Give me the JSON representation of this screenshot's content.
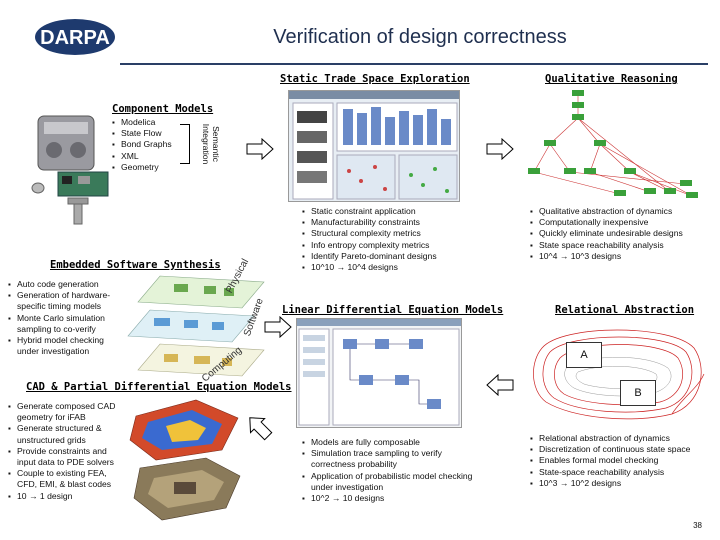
{
  "logo": {
    "text": "DARPA"
  },
  "title": "Verification of design correctness",
  "static_trade": {
    "heading": "Static Trade Space Exploration",
    "bullets": [
      "Static constraint application",
      "Manufacturability constraints",
      "Structural complexity metrics",
      "Info entropy complexity metrics",
      "Identify Pareto-dominant designs",
      "10^10 → 10^4 designs"
    ]
  },
  "qualitative": {
    "heading": "Qualitative Reasoning",
    "bullets": [
      "Qualitative abstraction of dynamics",
      "Computationally inexpensive",
      "Quickly eliminate undesirable designs",
      "State space reachability analysis",
      "10^4 → 10^3 designs"
    ]
  },
  "component_models": {
    "heading": "Component Models",
    "bullets": [
      "Modelica",
      "State Flow",
      "Bond Graphs",
      "XML",
      "Geometry"
    ],
    "side_label": "Semantic Integration"
  },
  "embedded": {
    "heading": "Embedded Software Synthesis",
    "bullets": [
      "Auto code generation",
      "Generation of hardware-specific timing models",
      "Monte Carlo simulation sampling to co-verify",
      "Hybrid model checking under investigation"
    ],
    "layer_labels": [
      "Physical",
      "Software",
      "Computing"
    ]
  },
  "linear": {
    "heading": "Linear Differential Equation Models",
    "bullets": [
      "Models are fully composable",
      "Simulation trace sampling to verify correctness probability",
      "Application of probabilistic model checking under investigation",
      "10^2 → 10 designs"
    ]
  },
  "relational": {
    "heading": "Relational Abstraction",
    "label_a": "A",
    "label_b": "B",
    "bullets": [
      "Relational abstraction of dynamics",
      "Discretization of continuous state space",
      "Enables formal model checking",
      "State-space reachability analysis",
      "10^3 → 10^2 designs"
    ]
  },
  "cad": {
    "heading": "CAD & Partial Differential Equation Models",
    "bullets": [
      "Generate composed CAD geometry for iFAB",
      "Generate structured & unstructured grids",
      "Provide constraints and input data to PDE solvers",
      "Couple to existing FEA, CFD, EMI, & blast codes",
      "10 → 1 design"
    ]
  },
  "page_number": "38",
  "colors": {
    "title": "#1f2f4f",
    "rule": "#2a3f66",
    "logo_bg": "#1e3a6e",
    "qr_node": "#3aa03a",
    "qr_edge": "#cc3333"
  }
}
